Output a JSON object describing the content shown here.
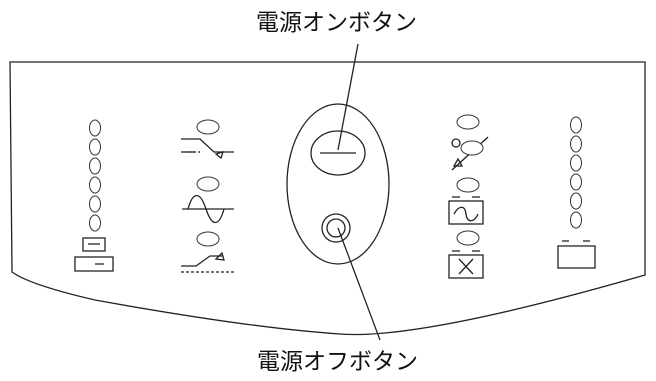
{
  "callouts": {
    "power_on": "電源オンボタン",
    "power_off": "電源オフボタン"
  },
  "colors": {
    "line": "#222222",
    "background": "#ffffff"
  },
  "icons": [
    "battery-level-leds",
    "battery-icon",
    "bypass-mode-icon",
    "online-sine-icon",
    "boost-mode-icon",
    "power-on-button",
    "power-off-button",
    "overload-icon",
    "ac-input-icon",
    "battery-fault-icon",
    "load-level-leds",
    "battery-outline-icon"
  ]
}
